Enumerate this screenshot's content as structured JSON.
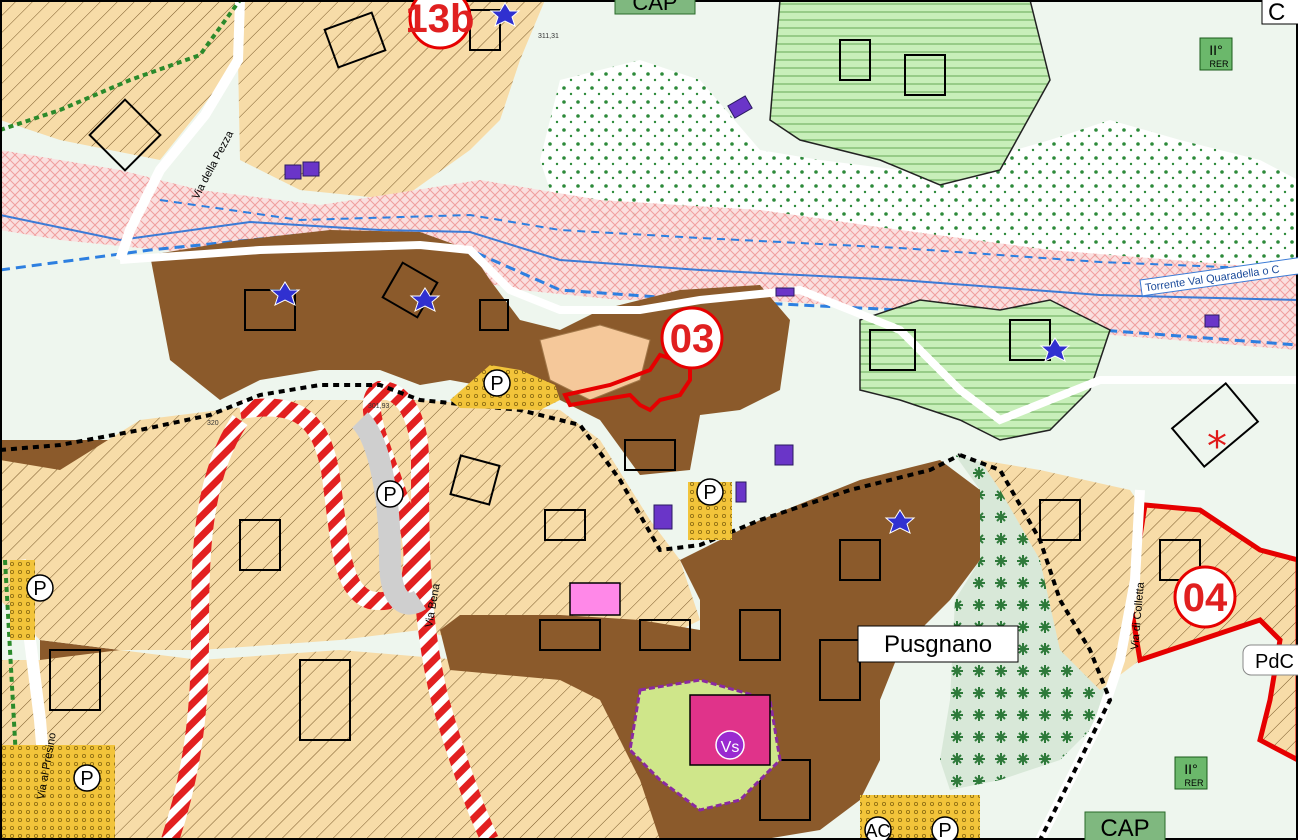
{
  "map": {
    "place_name": "Pusgnano",
    "zones": {
      "z03": "03",
      "z04": "04",
      "z13b": "13b"
    },
    "markers": {
      "parking": "P",
      "vs": "Vs",
      "ac": "AC",
      "cap": "CAP",
      "pdc": "PdC",
      "rer_class": "II°",
      "rer": "RER",
      "partial_c": "C",
      "partial_cap_top": "CAP"
    },
    "streets": {
      "via_pezza": "Via della Pezza",
      "via_bena": "Via Bena",
      "via_presino": "Via al Presino",
      "via_colletta": "Via di Colletta",
      "torrente": "Torrente Val Quaradella o C"
    },
    "elevations": {
      "top": "311,31",
      "bend": "301,93",
      "left": "320"
    },
    "colors": {
      "historic_core": "#8b5a2b",
      "residential": "#f7dca8",
      "green_area": "#cdeec0",
      "paleblue_area": "#eef6ee",
      "river_buffer": "#f7c9c9",
      "zone_outline": "#e60000",
      "parking_fill": "#f2c43a",
      "service_building": "#6a35c8",
      "pink_building": "#ff88e8"
    }
  }
}
